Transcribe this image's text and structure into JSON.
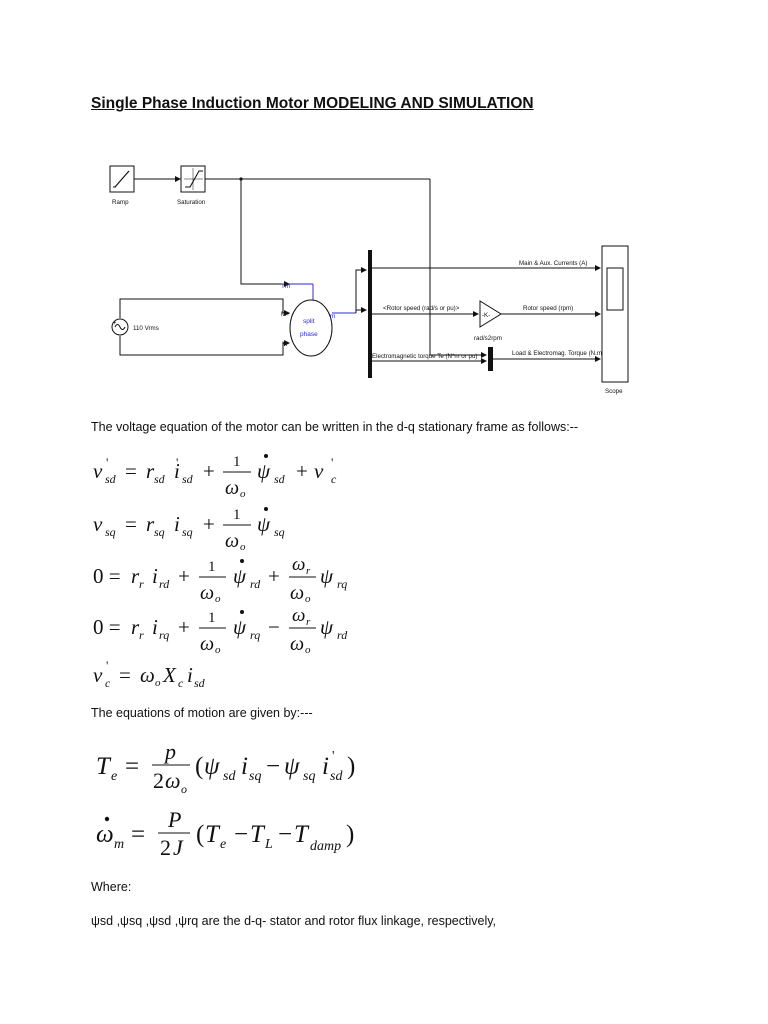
{
  "document": {
    "title": "Single Phase Induction Motor MODELING AND SIMULATION",
    "intro_voltage": "The voltage equation of the motor can be written in the d-q stationary frame as follows:--",
    "intro_motion": "The equations of motion are given by:---",
    "where_label": "Where:",
    "flux_definition": "ψsd ,ψsq ,ψsd ,ψrq are the d-q- stator and rotor flux linkage, respectively,"
  },
  "diagram": {
    "ramp_label": "Ramp",
    "saturation_label": "Saturation",
    "source_label": "110 Vrms",
    "port_tm": "Tm",
    "port_mplus": "M+",
    "port_m": "M",
    "port_m_out": "m",
    "motor_label_line1": "split",
    "motor_label_line2": "phase",
    "signal_currents": "Main & Aux. Currents  (A)",
    "signal_rotor_speed_in": "<Rotor speed (rad/s or pu)>",
    "gain_label": "-K-",
    "gain_caption": "rad/s2rpm",
    "signal_rotor_speed_out": "Rotor speed (rpm)",
    "signal_torque_in": "Electromagnetic torque Te (N*m or pu)",
    "signal_torque_out": "Load & Electromag. Torque (N.m)",
    "scope_label": "Scope"
  },
  "colors": {
    "text": "#111111",
    "motor_port_label": "#2b2bd6",
    "page_background": "#ffffff"
  }
}
